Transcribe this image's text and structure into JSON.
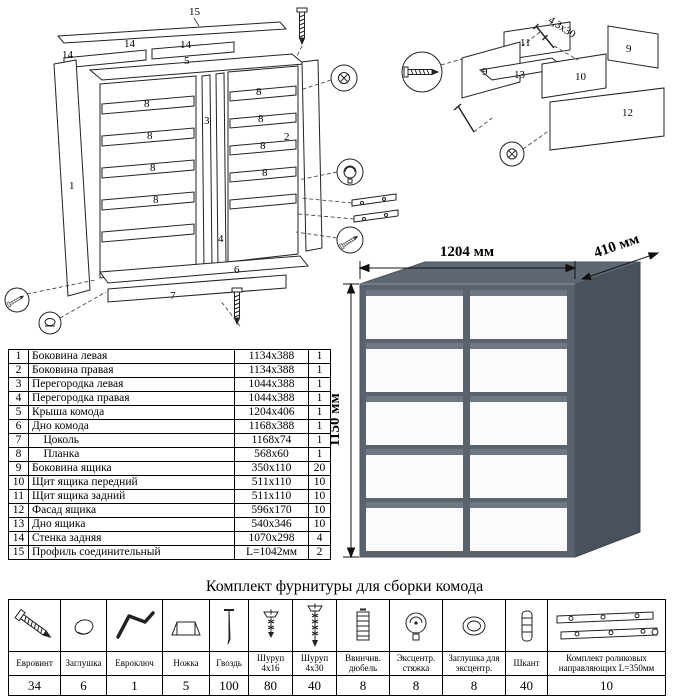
{
  "exploded": {
    "labels": {
      "p1": "1",
      "p2": "2",
      "p3": "3",
      "p4": "4",
      "p5": "5",
      "p6": "6",
      "p7": "7",
      "p8": "8",
      "p14": "14",
      "p15": "15"
    }
  },
  "drawer_detail": {
    "labels": {
      "p9": "9",
      "p10": "10",
      "p11": "11",
      "p12": "12",
      "p13": "13"
    },
    "screw_size": "4,3x30"
  },
  "product": {
    "width_label": "1204 мм",
    "depth_label": "410 мм",
    "height_label": "1150 мм"
  },
  "parts_table": {
    "rows": [
      {
        "num": "1",
        "name": "Боковина левая",
        "size": "1134x388",
        "qty": "1"
      },
      {
        "num": "2",
        "name": "Боковина правая",
        "size": "1134x388",
        "qty": "1"
      },
      {
        "num": "3",
        "name": "Перегородка левая",
        "size": "1044x388",
        "qty": "1"
      },
      {
        "num": "4",
        "name": "Перегородка правая",
        "size": "1044x388",
        "qty": "1"
      },
      {
        "num": "5",
        "name": "Крыша комода",
        "size": "1204x406",
        "qty": "1"
      },
      {
        "num": "6",
        "name": "Дно комода",
        "size": "1168x388",
        "qty": "1"
      },
      {
        "num": "7",
        "name": "    Цоколь",
        "size": "1168x74",
        "qty": "1"
      },
      {
        "num": "8",
        "name": "    Планка",
        "size": "568x60",
        "qty": "1"
      },
      {
        "num": "9",
        "name": "Боковина ящика",
        "size": "350x110",
        "qty": "20"
      },
      {
        "num": "10",
        "name": "Щит ящика передний",
        "size": "511x110",
        "qty": "10"
      },
      {
        "num": "11",
        "name": "Щит ящика задний",
        "size": "511x110",
        "qty": "10"
      },
      {
        "num": "12",
        "name": "Фасад ящика",
        "size": "596x170",
        "qty": "10"
      },
      {
        "num": "13",
        "name": "Дно ящика",
        "size": "540x346",
        "qty": "10"
      },
      {
        "num": "14",
        "name": "Стенка задняя",
        "size": "1070x298",
        "qty": "4"
      },
      {
        "num": "15",
        "name": "Профиль соединительный",
        "size": "L=1042мм",
        "qty": "2"
      }
    ]
  },
  "hardware": {
    "title": "Комплект фурнитуры для сборки комода",
    "items": [
      {
        "icon": "confirmat-screw-icon",
        "label": "Евровинт",
        "qty": "34"
      },
      {
        "icon": "screw-cap-icon",
        "label": "Заглушка",
        "qty": "6"
      },
      {
        "icon": "hex-key-icon",
        "label": "Евроключ",
        "qty": "1"
      },
      {
        "icon": "foot-icon",
        "label": "Ножка",
        "qty": "5"
      },
      {
        "icon": "nail-icon",
        "label": "Гвоздь",
        "qty": "100"
      },
      {
        "icon": "screw-icon",
        "label": "Шуруп 4x16",
        "qty": "80"
      },
      {
        "icon": "screw-icon",
        "label": "Шуруп 4x30",
        "qty": "40"
      },
      {
        "icon": "threaded-dowel-icon",
        "label": "Ввинчив. дюбель",
        "qty": "8"
      },
      {
        "icon": "cam-lock-icon",
        "label": "Эксцентр. стяжка",
        "qty": "8"
      },
      {
        "icon": "cam-cap-icon",
        "label": "Заглушка для эксцентр.",
        "qty": "8"
      },
      {
        "icon": "wood-dowel-icon",
        "label": "Шкант",
        "qty": "40"
      },
      {
        "icon": "drawer-slides-icon",
        "label": "Комплект роликовых направляющих L=350мм",
        "qty": "10"
      }
    ]
  },
  "colors": {
    "body": "#59626d",
    "body_side": "#49525c",
    "body_top": "#5e6772",
    "drawer": "#fbfbfb",
    "groove": "#6e7782"
  }
}
